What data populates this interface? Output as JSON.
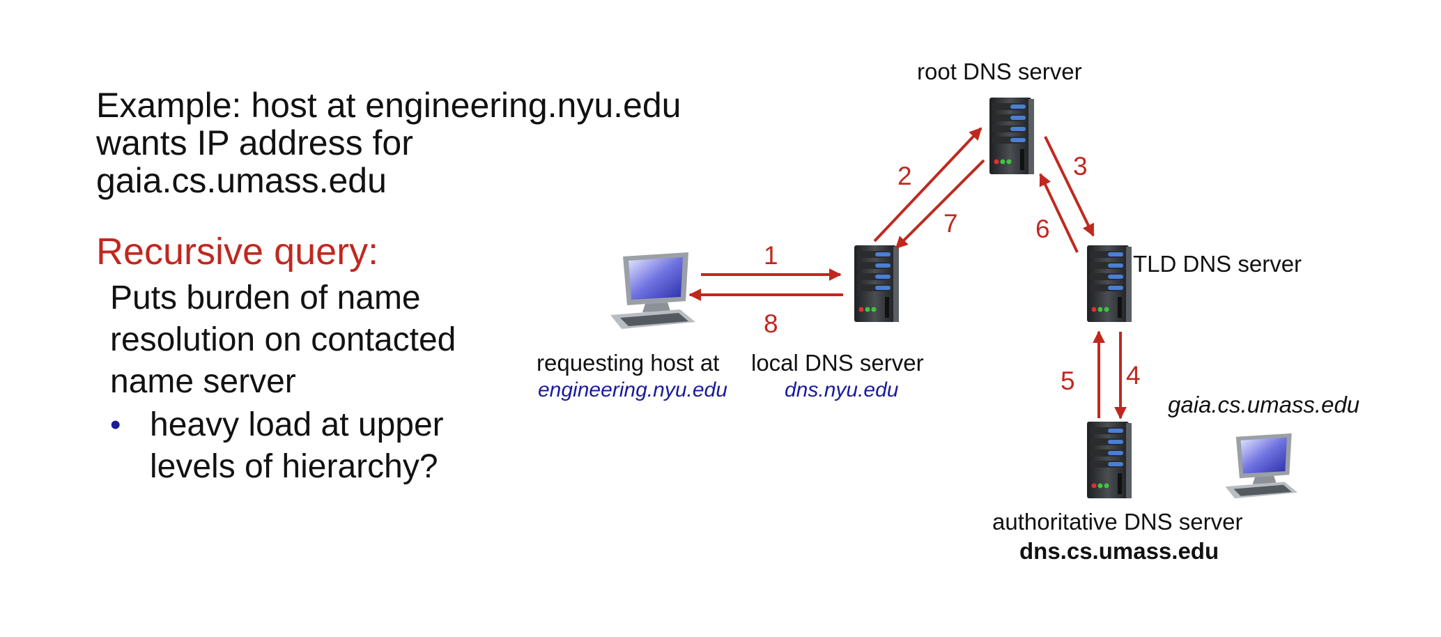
{
  "intro": {
    "lines": [
      "Example: host at engineering.nyu.edu",
      "wants IP address for",
      "gaia.cs.umass.edu"
    ]
  },
  "recursive": {
    "heading": "Recursive query:",
    "description_lines": [
      "Puts burden of name",
      "resolution on contacted",
      "name server"
    ],
    "bullet": {
      "lines": [
        "heavy load at upper",
        "levels of hierarchy?"
      ]
    }
  },
  "diagram": {
    "nodes": {
      "root": {
        "label": "root DNS server",
        "icon": "server-icon"
      },
      "tld": {
        "label": "TLD DNS server",
        "icon": "server-icon"
      },
      "local": {
        "label": "local DNS server",
        "sublabel": "dns.nyu.edu",
        "icon": "server-icon"
      },
      "authoritative": {
        "label": "authoritative DNS server",
        "sublabel": "dns.cs.umass.edu",
        "icon": "server-icon"
      },
      "requesting_host": {
        "label": "requesting host at",
        "sublabel": "engineering.nyu.edu",
        "icon": "desktop-computer-icon"
      },
      "gaia": {
        "label": "gaia.cs.umass.edu",
        "icon": "desktop-computer-icon"
      }
    },
    "steps": [
      "1",
      "2",
      "3",
      "4",
      "5",
      "6",
      "7",
      "8"
    ],
    "colors": {
      "arrow": "#c0281f",
      "heading": "#c0281f",
      "sublabel": "#1a1a9c",
      "bullet": "#1a1a9c",
      "server_body": "#2e3133",
      "server_accent": "#4a7fd6"
    }
  }
}
